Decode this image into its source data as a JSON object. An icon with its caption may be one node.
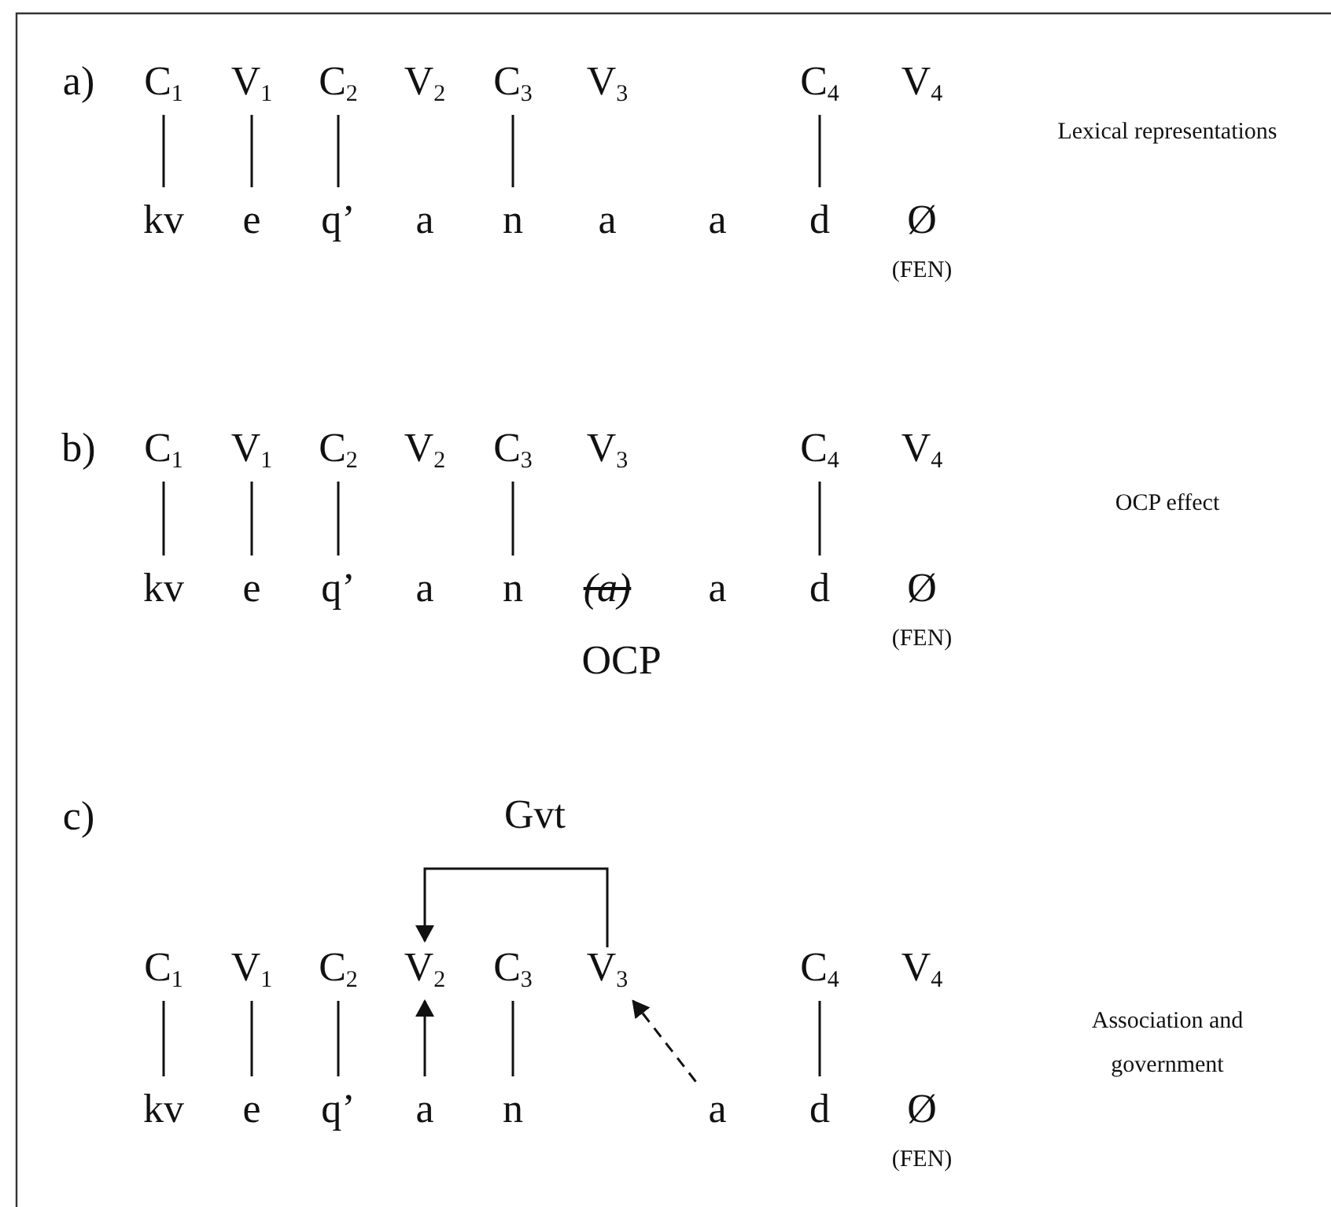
{
  "diagram": {
    "nodes": [
      {
        "text": [
          "C$_{1}$"
        ]
      },
      {
        "text": [
          "V$_{1}$"
        ]
      },
      {
        "text": [
          "C$_{2}$"
        ]
      },
      {
        "text": [
          "V$_{2}$"
        ]
      },
      {
        "text": [
          "C$_{3}$"
        ]
      },
      {
        "text": [
          "V$_{3}$"
        ]
      },
      {
        "text": [
          "C$_{4}$"
        ]
      },
      {
        "text": [
          "V$_{4}$"
        ]
      },
      {
        "text": [
          "kv"
        ]
      },
      {
        "text": [
          "e"
        ]
      },
      {
        "text": [
          "q’"
        ]
      },
      {
        "text": [
          "a"
        ]
      },
      {
        "text": [
          "n"
        ]
      },
      {
        "text": [
          "a"
        ]
      },
      {
        "text": [
          "a"
        ]
      },
      {
        "text": [
          "d"
        ]
      },
      {
        "text": [
          "Ø"
        ],
        "beside": [
          "(FEN)"
        ]
      },
      {
        "text": [
          "C$_{1}$"
        ]
      },
      {
        "text": [
          "V$_{1}$"
        ]
      },
      {
        "text": [
          "C$_{2}$"
        ]
      },
      {
        "text": [
          "V$_{2}$"
        ]
      },
      {
        "text": [
          "C$_{3}$"
        ]
      },
      {
        "text": [
          "V$_{3}$"
        ]
      },
      {
        "text": [
          "C$_{4}$"
        ]
      },
      {
        "text": [
          "V$_{4}$"
        ]
      },
      {
        "text": [
          "kv"
        ]
      },
      {
        "text": [
          "e"
        ]
      },
      {
        "text": [
          "q’"
        ]
      },
      {
        "text": [
          "a"
        ]
      },
      {
        "text": [
          "n"
        ]
      },
      {
        "text": [
          "(a)"
        ]
      },
      {
        "text": [
          "a"
        ]
      },
      {
        "text": [
          "d"
        ]
      },
      {
        "text": [
          "Ø"
        ],
        "beside": [
          "(FEN)"
        ]
      },
      {
        "text": [
          "C$_{1}$"
        ]
      },
      {
        "text": [
          "V$_{1}$"
        ]
      },
      {
        "text": [
          "C$_{2}$"
        ]
      },
      {
        "text": [
          "V$_{2}$"
        ]
      },
      {
        "text": [
          "C$_{3}$"
        ]
      },
      {
        "text": [
          "V$_{3}$"
        ]
      },
      {
        "text": [
          "C$_{4}$"
        ]
      },
      {
        "text": [
          "V$_{4}$"
        ]
      },
      {
        "text": [
          "kv"
        ]
      },
      {
        "text": [
          "e"
        ]
      },
      {
        "text": [
          "q’"
        ]
      },
      {
        "text": [
          "a"
        ]
      },
      {
        "text": [
          "n"
        ]
      },
      {
        "text": [
          "a"
        ]
      },
      {
        "text": [
          "d"
        ]
      },
      {
        "text": [
          "Ø"
        ],
        "beside": [
          "(FEN)"
        ]
      }
    ],
    "edges": [
      {
        "from": 0,
        "to": 8,
        "arrow": "none"
      },
      {
        "from": 1,
        "to": 9,
        "arrow": "none"
      },
      {
        "from": 2,
        "to": 10,
        "arrow": "none"
      },
      {
        "from": 4,
        "to": 12,
        "arrow": "none"
      },
      {
        "from": 6,
        "to": 15,
        "arrow": "none"
      },
      {
        "from": 17,
        "to": 25,
        "arrow": "none"
      },
      {
        "from": 18,
        "to": 26,
        "arrow": "none"
      },
      {
        "from": 19,
        "to": 27,
        "arrow": "none"
      },
      {
        "from": 21,
        "to": 29,
        "arrow": "none"
      },
      {
        "from": 23,
        "to": 32,
        "arrow": "none"
      },
      {
        "from": 39,
        "to": 37,
        "arrow": "to",
        "label": "Gvt"
      },
      {
        "from": 34,
        "to": 42,
        "arrow": "none"
      },
      {
        "from": 35,
        "to": 43,
        "arrow": "none"
      },
      {
        "from": 36,
        "to": 44,
        "arrow": "none"
      },
      {
        "from": 45,
        "to": 37,
        "arrow": "to"
      },
      {
        "from": 38,
        "to": 46,
        "arrow": "none"
      },
      {
        "from": 47,
        "to": 39,
        "arrow": "to",
        "style": "dashed"
      },
      {
        "from": 40,
        "to": 48,
        "arrow": "none"
      }
    ],
    "labels": [
      "a)",
      "Lexical representations",
      "b)",
      "OCP effect",
      "OCP",
      "c)",
      "Association and government"
    ]
  }
}
